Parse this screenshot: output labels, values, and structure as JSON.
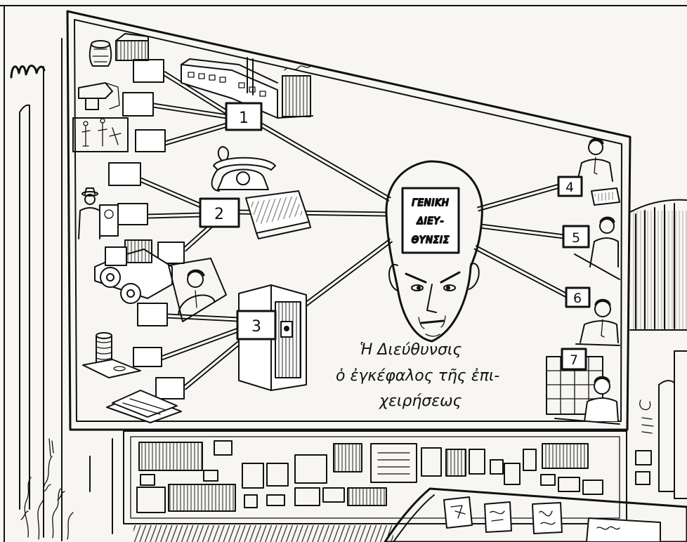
{
  "board": {
    "center_label": {
      "line1": "ΓΕΝΙΚΗ",
      "line2": "ΔΙΕΥ-",
      "line3": "ΘΥΝΣΙΣ"
    },
    "nodes": {
      "n1": "1",
      "n2": "2",
      "n3": "3",
      "n4": "4",
      "n5": "5",
      "n6": "6",
      "n7": "7"
    },
    "caption": {
      "line1": "Ἡ Διεύθυνσις",
      "line2": "ὁ ἐγκέφαλος τῆς ἐπι-",
      "line3": "χειρήσεως"
    }
  },
  "style": {
    "ink": "#111111",
    "paper": "#f7f6f2",
    "board": "#fbfaf6"
  }
}
